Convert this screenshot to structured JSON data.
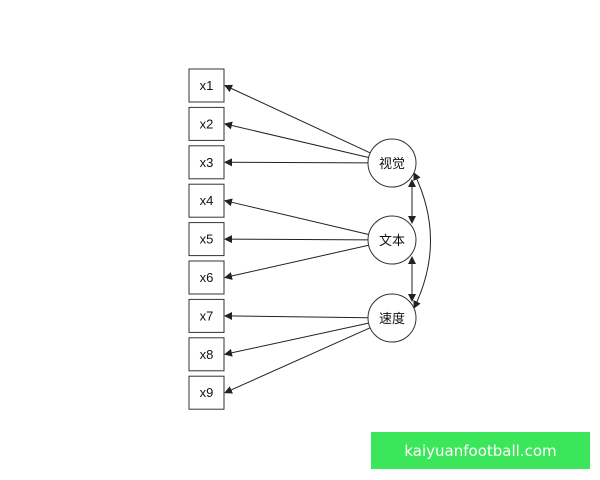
{
  "diagram": {
    "observed": [
      "x1",
      "x2",
      "x3",
      "x4",
      "x5",
      "x6",
      "x7",
      "x8",
      "x9"
    ],
    "latent": [
      "视觉",
      "文本",
      "速度"
    ],
    "loadings": [
      {
        "from": "视觉",
        "to": [
          "x1",
          "x2",
          "x3"
        ]
      },
      {
        "from": "文本",
        "to": [
          "x4",
          "x5",
          "x6"
        ]
      },
      {
        "from": "速度",
        "to": [
          "x7",
          "x8",
          "x9"
        ]
      }
    ],
    "covariances": [
      [
        "视觉",
        "文本"
      ],
      [
        "文本",
        "速度"
      ],
      [
        "视觉",
        "速度"
      ]
    ],
    "colors": {
      "line": "#222222",
      "box_border": "#333333"
    }
  },
  "watermark": {
    "text": "kaiyuanfootball.com",
    "color": "#3ce65a"
  }
}
